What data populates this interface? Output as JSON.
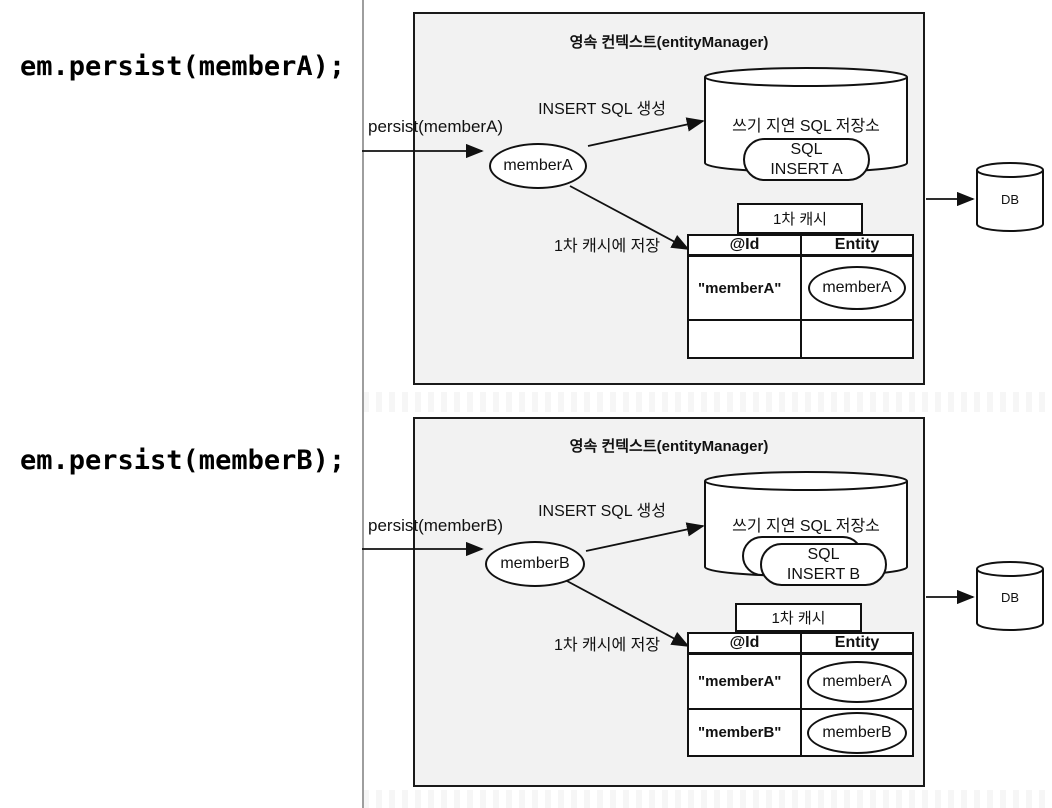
{
  "page": {
    "snippet_a": "em.persist(memberA);",
    "snippet_b": "em.persist(memberB);"
  },
  "colors": {
    "context_background": "#f2f2f2",
    "stroke": "#111111",
    "divider": "#9e9e9e"
  },
  "diagram_a": {
    "title": "영속 컨텍스트(entityManager)",
    "persist_label": "persist(memberA)",
    "insert_sql_label": "INSERT SQL 생성",
    "entity_name": "memberA",
    "store_title": "쓰기 지연 SQL 저장소",
    "sql_card": {
      "line1": "SQL",
      "line2": "INSERT A"
    },
    "save_label": "1차 캐시에 저장",
    "cache_title": "1차 캐시",
    "table": {
      "col_id": "@Id",
      "col_entity": "Entity",
      "rows": [
        {
          "id": "\"memberA\"",
          "entity": "memberA"
        },
        {
          "id": "",
          "entity": ""
        }
      ]
    },
    "db_label": "DB"
  },
  "diagram_b": {
    "title": "영속 컨텍스트(entityManager)",
    "persist_label": "persist(memberB)",
    "insert_sql_label": "INSERT SQL 생성",
    "entity_name": "memberB",
    "store_title": "쓰기 지연 SQL 저장소",
    "sql_card": {
      "line1": "SQL",
      "line2": "INSERT B"
    },
    "save_label": "1차 캐시에 저장",
    "cache_title": "1차 캐시",
    "table": {
      "col_id": "@Id",
      "col_entity": "Entity",
      "rows": [
        {
          "id": "\"memberA\"",
          "entity": "memberA"
        },
        {
          "id": "\"memberB\"",
          "entity": "memberB"
        }
      ]
    },
    "db_label": "DB"
  }
}
